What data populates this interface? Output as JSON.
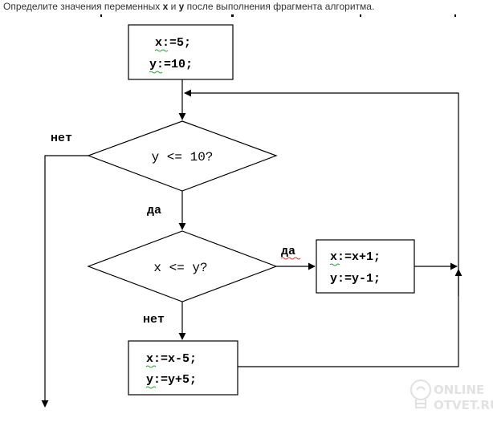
{
  "question": {
    "prefix": "Определите значения переменных ",
    "var_x": "x",
    "conj": " и ",
    "var_y": "y",
    "suffix": " после выполнения фрагмента алгоритма."
  },
  "flowchart": {
    "init_block": {
      "line1": "x:=5;",
      "line2": "y:=10;"
    },
    "condition_outer": {
      "text": "y <= 10?",
      "no_label": "нет",
      "yes_label": "да"
    },
    "condition_inner": {
      "text": "x <= y?",
      "yes_label": "да",
      "no_label": "нет"
    },
    "yes_block": {
      "line1": "x:=x+1;",
      "line2": "y:=y-1;"
    },
    "no_block": {
      "line1": "x:=x-5;",
      "line2": "y:=y+5;"
    }
  },
  "watermark": {
    "line1": "ONLINE",
    "line2": "OTVET.RU"
  },
  "colors": {
    "line": "#000000",
    "squiggle": "#2e9e3a",
    "text": "#333333",
    "watermark": "#e2e2e2"
  }
}
